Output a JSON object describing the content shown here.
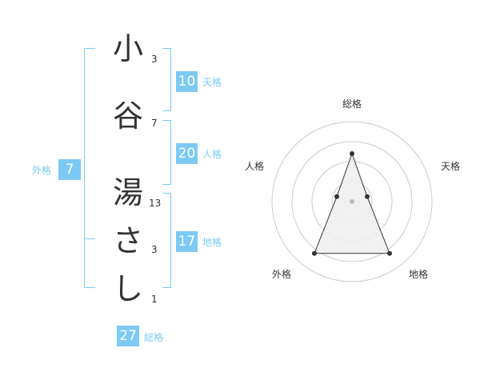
{
  "name": {
    "chars": [
      {
        "char": "小",
        "strokes": "3"
      },
      {
        "char": "谷",
        "strokes": "7"
      },
      {
        "char": "湯",
        "strokes": "13"
      },
      {
        "char": "さ",
        "strokes": "3"
      },
      {
        "char": "し",
        "strokes": "1"
      }
    ]
  },
  "fortune": {
    "tenkaku": {
      "value": "10",
      "label": "天格"
    },
    "jinkaku": {
      "value": "20",
      "label": "人格"
    },
    "chikaku": {
      "value": "17",
      "label": "地格"
    },
    "gaikaku": {
      "value": "7",
      "label": "外格"
    },
    "soukaku": {
      "value": "27",
      "label": "総格"
    }
  },
  "chart_data": {
    "type": "radar",
    "axes": [
      "総格",
      "天格",
      "地格",
      "外格",
      "人格"
    ],
    "values": [
      3,
      1,
      4,
      4,
      1
    ],
    "max": 5,
    "rings": 4,
    "colors": {
      "fill": "#eeeeee",
      "line": "#333333",
      "grid": "#cccccc",
      "center": "#bbbbbb"
    }
  }
}
